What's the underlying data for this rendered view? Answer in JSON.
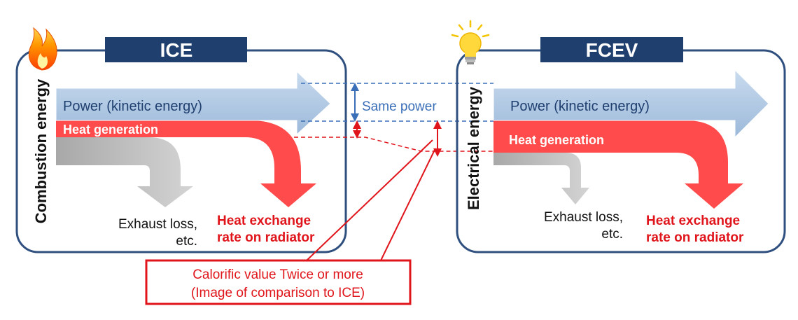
{
  "ice": {
    "title": "ICE",
    "side_label": "Combustion energy",
    "power_label": "Power (kinetic energy)",
    "heat_label": "Heat generation",
    "exhaust_line1": "Exhaust loss,",
    "exhaust_line2": "etc.",
    "radiator_line1": "Heat exchange",
    "radiator_line2": "rate on radiator",
    "icon": "flame-icon"
  },
  "fcev": {
    "title": "FCEV",
    "side_label": "Electrical energy",
    "power_label": "Power (kinetic energy)",
    "heat_label": "Heat generation",
    "exhaust_line1": "Exhaust loss,",
    "exhaust_line2": "etc.",
    "radiator_line1": "Heat exchange",
    "radiator_line2": "rate on radiator",
    "icon": "light-bulb-icon"
  },
  "center": {
    "same_power": "Same power"
  },
  "callout": {
    "line1": "Calorific value Twice or more",
    "line2": "(Image of comparison to ICE)"
  },
  "colors": {
    "frame": "#2f4f7f",
    "title_bg": "#1f3f6f",
    "power_arrow": "#a9c3df",
    "heat": "#ff4b4b",
    "exhaust": "#bdbdbd",
    "callout": "#e0151b",
    "dash_blue": "#3a6fb8"
  }
}
